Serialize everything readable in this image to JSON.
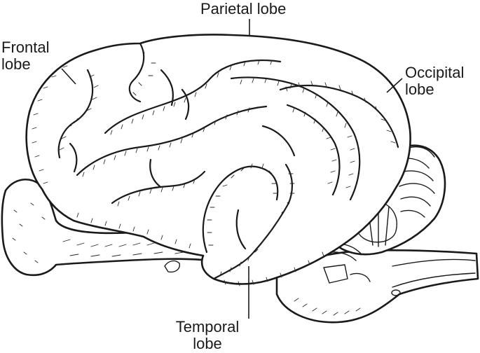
{
  "labels": {
    "parietal": "Parietal lobe",
    "frontal": {
      "line1": "Frontal",
      "line2": "lobe"
    },
    "occipital": {
      "line1": "Occipital",
      "line2": "lobe"
    },
    "temporal": {
      "line1": "Temporal",
      "line2": "lobe"
    }
  },
  "colors": {
    "ink": "#1a1a1a",
    "background": "#ffffff"
  }
}
